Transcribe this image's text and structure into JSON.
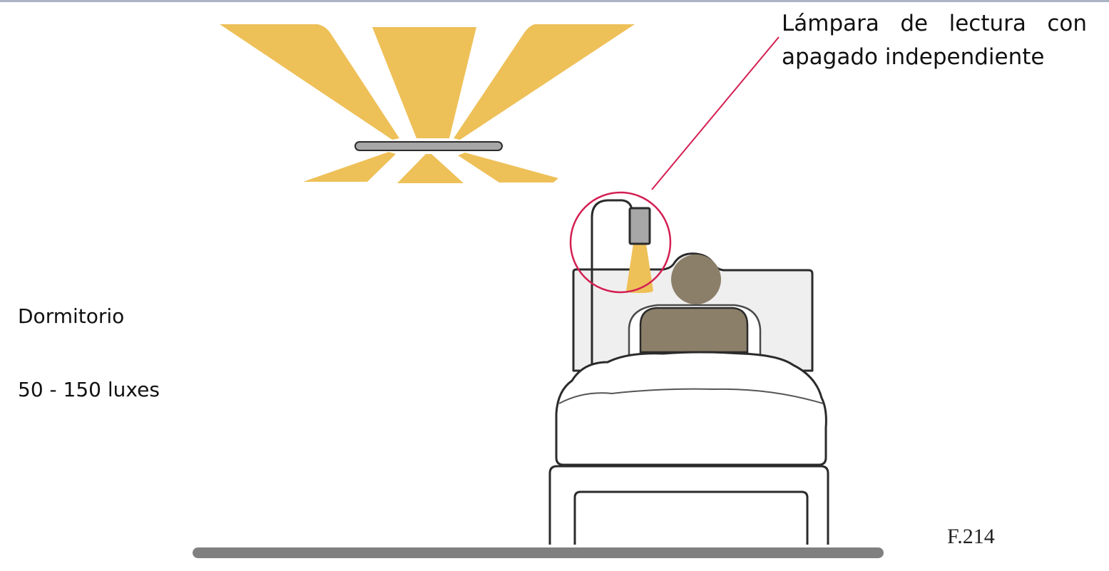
{
  "callout": {
    "text": "Lámpara de lectura con apagado independiente"
  },
  "room": {
    "name": "Dormitorio",
    "lux_range": "50 - 150 luxes"
  },
  "figure": {
    "number": "F.214"
  },
  "colors": {
    "light": "#eec058",
    "callout_line": "#d41f52",
    "outline": "#2b2b2b",
    "person": "#8b7f69",
    "headboard": "#efefef",
    "floor": "#808080",
    "fixture": "#a7a7a7"
  }
}
